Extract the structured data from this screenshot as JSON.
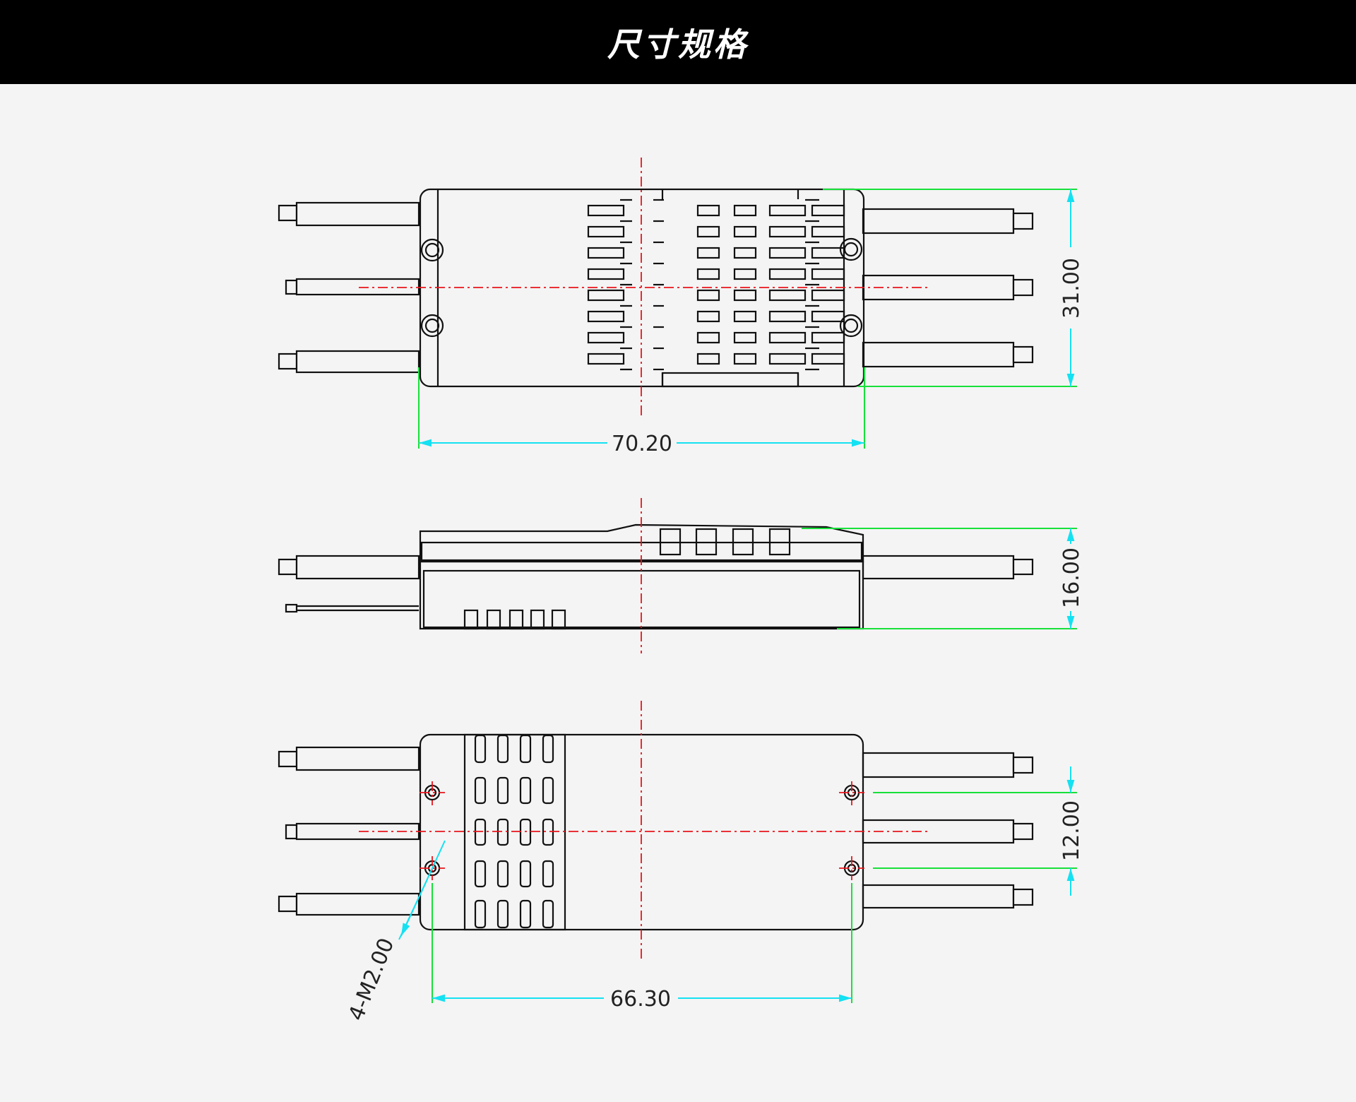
{
  "header": {
    "title": "尺寸规格"
  },
  "dimensions": {
    "top_width": "70.20",
    "top_height": "31.00",
    "side_height": "16.00",
    "bottom_hole_spacing_vertical": "12.00",
    "bottom_hole_spacing_horizontal": "66.30",
    "mount_holes": "4-M2.00"
  },
  "colors": {
    "background": "#f4f4f4",
    "header": "#000000",
    "outline": "#111111",
    "centerline": "#e8141b",
    "extension_line": "#17e03a",
    "dimension_line": "#14e1f2"
  }
}
